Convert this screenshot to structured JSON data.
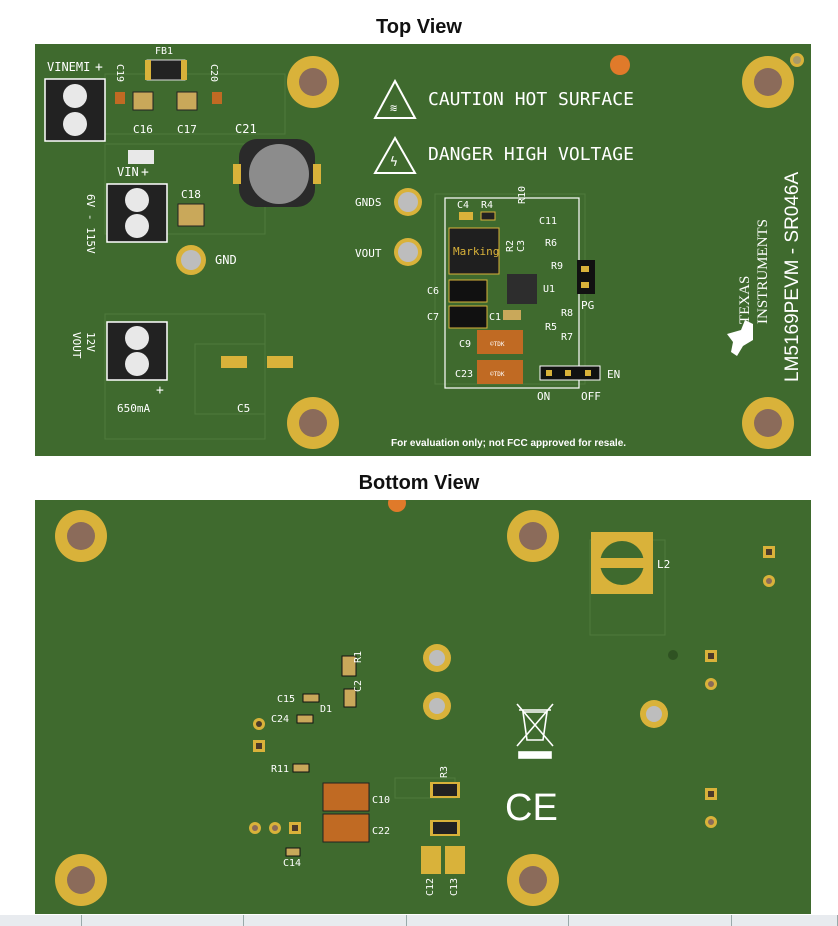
{
  "top_view": {
    "title": "Top View",
    "caution_text": "CAUTION HOT SURFACE",
    "danger_text": "DANGER HIGH VOLTAGE",
    "board_name": "LM5169PEVM - SR046A",
    "brand_line1": "TEXAS",
    "brand_line2": "INSTRUMENTS",
    "footer_note": "For evaluation only; not FCC approved for resale.",
    "labels": {
      "vinemi": "VINEMI",
      "plus": "+",
      "fb1": "FB1",
      "c19": "C19",
      "c20": "C20",
      "c16": "C16",
      "c17": "C17",
      "c21": "C21",
      "vin": "VIN",
      "vin_range": "6V - 115V",
      "c18": "C18",
      "gnd": "GND",
      "gnds": "GNDS",
      "vout": "VOUT",
      "c4": "C4",
      "r4": "R4",
      "r10": "R10",
      "c11": "C11",
      "r2": "R2",
      "c3": "C3",
      "r6": "R6",
      "marking": "Marking",
      "r9": "R9",
      "pg": "PG",
      "u1": "U1",
      "c6": "C6",
      "c7": "C7",
      "c1": "C1",
      "r8": "R8",
      "r5": "R5",
      "r7": "R7",
      "c9": "C9",
      "c23": "C23",
      "en": "EN",
      "on": "ON",
      "off": "OFF",
      "vout_12v": "12V",
      "vout_label": "VOUT",
      "current": "650mA",
      "c5": "C5",
      "tdk": "©TDK"
    }
  },
  "bottom_view": {
    "title": "Bottom View",
    "labels": {
      "l2": "L2",
      "r1": "R1",
      "c15": "C15",
      "c2": "C2",
      "d1": "D1",
      "c24": "C24",
      "r3": "R3",
      "r11": "R11",
      "c10": "C10",
      "c22": "C22",
      "c14": "C14",
      "c12": "C12",
      "c13": "C13",
      "ce": "CE"
    }
  },
  "colors": {
    "board": "#3f6a2e",
    "silkscreen": "#ffffff",
    "pad_gold": "#d9b23a",
    "hole": "#8b6b5a",
    "cap_orange": "#c06a23"
  }
}
